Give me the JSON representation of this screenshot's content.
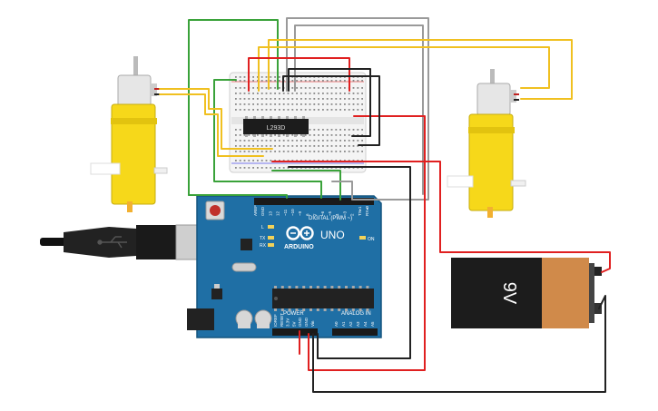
{
  "board": {
    "logo": "ARDUINO",
    "model": "UNO",
    "digital_header": "DIGITAL (PWM ~)",
    "power_header": "POWER",
    "analog_header": "ANALOG IN",
    "on_label": "ON",
    "led_labels": [
      "L",
      "TX",
      "RX"
    ],
    "digital_pins": [
      "AREF",
      "GND",
      "13",
      "12",
      "~11",
      "~10",
      "~9",
      "8",
      "7",
      "~6",
      "~5",
      "4",
      "~3",
      "2",
      "TX▸1",
      "RX◂0"
    ],
    "power_pins": [
      "IOREF",
      "RESET",
      "3.3V",
      "5V",
      "GND",
      "GND",
      "Vin"
    ],
    "analog_pins": [
      "A0",
      "A1",
      "A2",
      "A3",
      "A4",
      "A5"
    ]
  },
  "chip": {
    "label": "L293D"
  },
  "battery": {
    "label": "9V"
  },
  "colors": {
    "board": "#1f6fa5",
    "wire_red": "#e02020",
    "wire_black": "#222222",
    "wire_green": "#3aa23a",
    "wire_yellow": "#f0c020",
    "wire_gray": "#9a9a9a",
    "motor_yellow": "#f6d81a",
    "battery_copper": "#d08a4a"
  }
}
